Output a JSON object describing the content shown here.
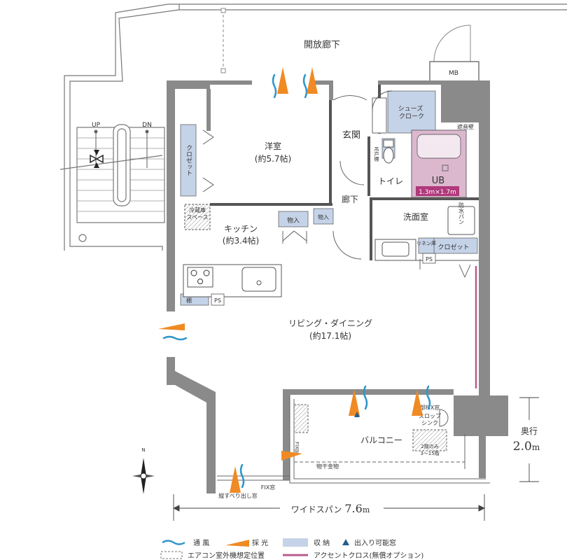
{
  "rooms": {
    "corridor": "開放廊下",
    "western_room": "洋室",
    "western_room_size": "(約5.7帖)",
    "entrance": "玄関",
    "shoe_cloak": "シューズ\nクローク",
    "toilet": "トイレ",
    "hallway": "廊下",
    "ub": "UB",
    "ub_size": "1.3m×1.7m",
    "washroom": "洗面室",
    "kitchen": "キッチン",
    "kitchen_size": "(約3.4帖)",
    "living_dining": "リビング・ダイニング",
    "living_dining_size": "(約17.1帖)",
    "balcony": "バルコニー"
  },
  "labels": {
    "closet_vertical": "クロゼット",
    "fridge_space": "冷蔵庫\nスペース",
    "storage": "物入",
    "storage2": "物入",
    "hanging_shelf": "吊戸棚",
    "waterproof_pan": "防水パン",
    "linen": "リネン庫",
    "closet": "クロゼット",
    "shelf": "棚",
    "ps1": "PS",
    "ps2": "PS",
    "mb": "MB",
    "sound_wall": "遮音壁",
    "up": "UP",
    "dn": "DN",
    "lower_fix": "下部FIX窓",
    "slop_sink": "スロップ\nシンク",
    "second_floor_only": "2階のみ\n3〜15階",
    "drying_rack": "物干金物",
    "fix_window": "FIX窓",
    "fix_window_v": "FIX窓",
    "sliding_window": "縦すべり出し窓",
    "north": "N"
  },
  "dimensions": {
    "depth_label": "奥行",
    "depth_value": "2.0",
    "depth_unit": "m",
    "width_label": "ワイドスパン",
    "width_value": "7.6",
    "width_unit": "m"
  },
  "legend": {
    "ventilation": "通 風",
    "daylight": "採 光",
    "storage": "収 納",
    "door_window": "出入り可能窓",
    "ac_unit": "エアコン室外機想定位置",
    "accent_cloth": "アクセントクロス(無償オプション)"
  },
  "colors": {
    "wall": "#8a8a8a",
    "storage_fill": "#c5d3e8",
    "ub_fill": "#dcb8cf",
    "ub_badge": "#b0387b",
    "vent_blue": "#2f95c9",
    "light_orange": "#f08a24",
    "accent_pink": "#b85c8f",
    "line": "#555555"
  }
}
